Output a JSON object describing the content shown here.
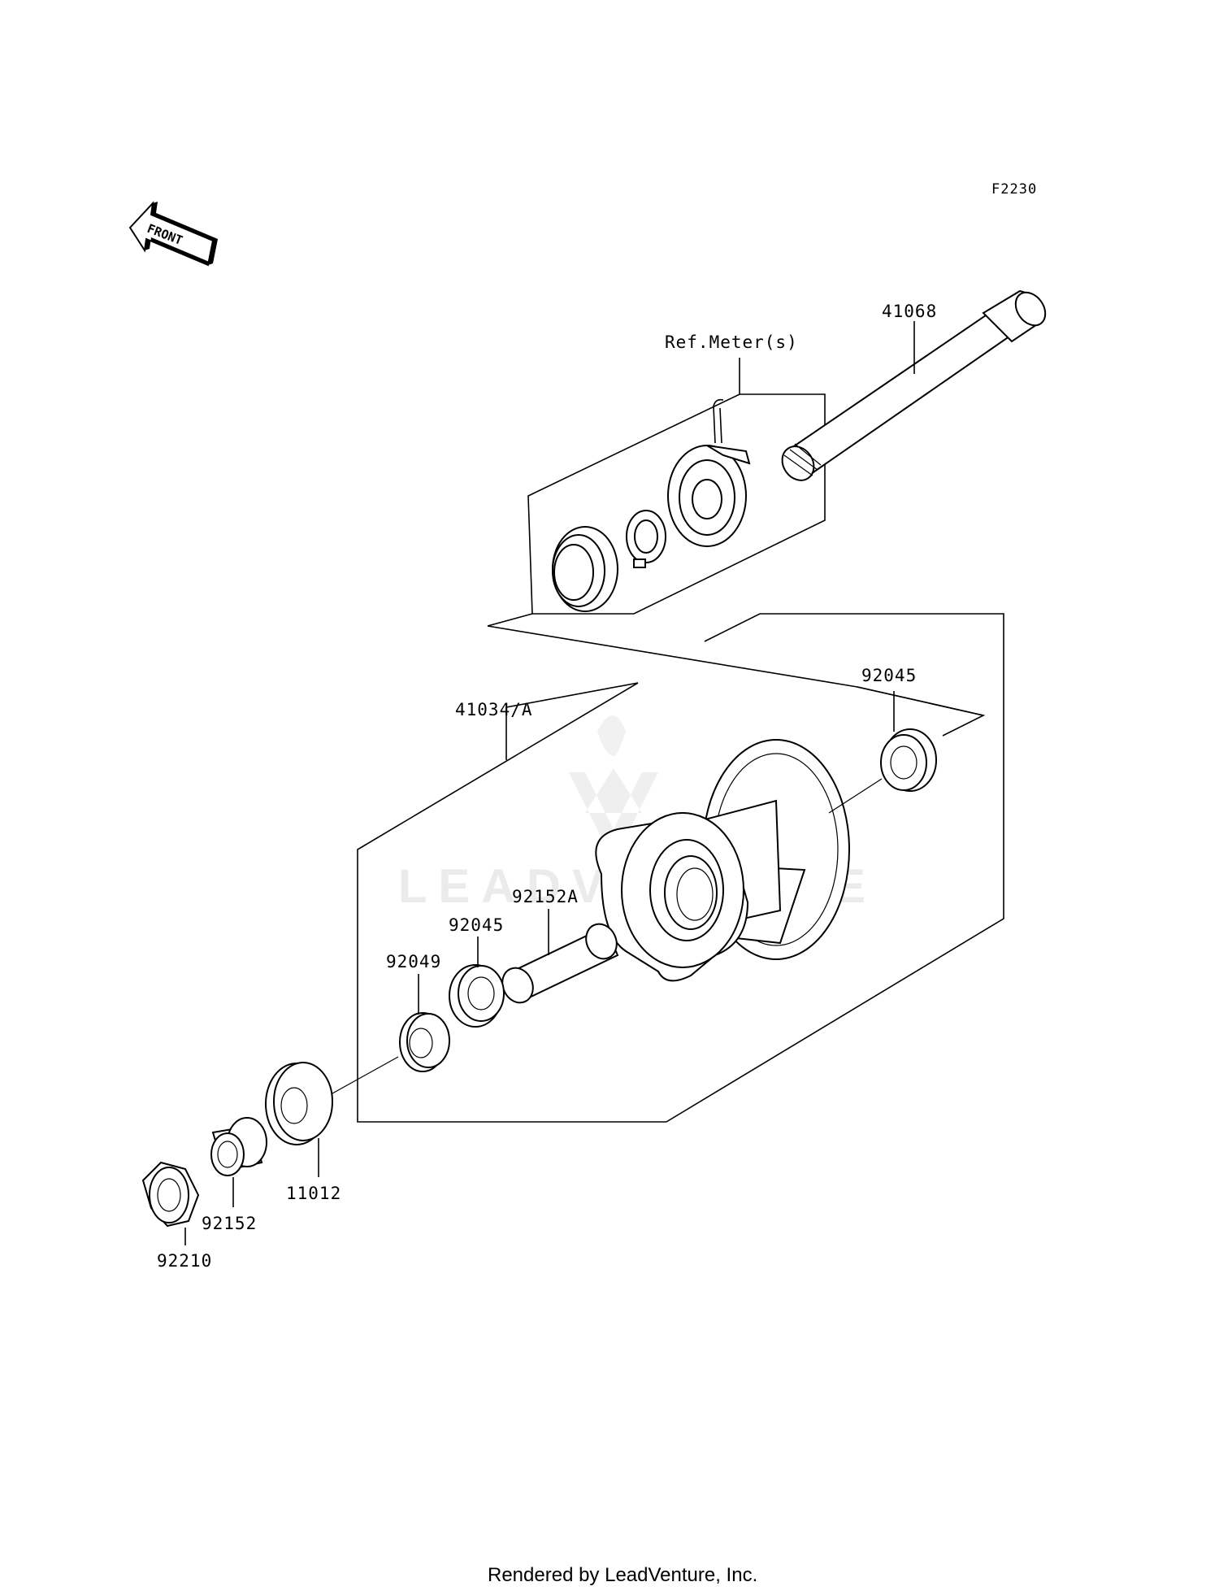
{
  "diagram_code": "F2230",
  "front_arrow_label": "FRONT",
  "reference_label": "Ref.Meter(s)",
  "watermark_text": "LEADVENTURE",
  "footer": "Rendered by LeadVenture, Inc.",
  "parts": [
    {
      "id": "axle",
      "number": "41068"
    },
    {
      "id": "hub-assembly",
      "number": "41034/A"
    },
    {
      "id": "bearing-right",
      "number": "92045"
    },
    {
      "id": "bearing-left",
      "number": "92045"
    },
    {
      "id": "spacer-inner",
      "number": "92152A"
    },
    {
      "id": "oil-seal",
      "number": "92049"
    },
    {
      "id": "collar-plate",
      "number": "11012"
    },
    {
      "id": "collar",
      "number": "92152"
    },
    {
      "id": "axle-nut",
      "number": "92210"
    }
  ],
  "colors": {
    "line": "#000000",
    "background": "#ffffff",
    "watermark": "#dcdcdc"
  }
}
